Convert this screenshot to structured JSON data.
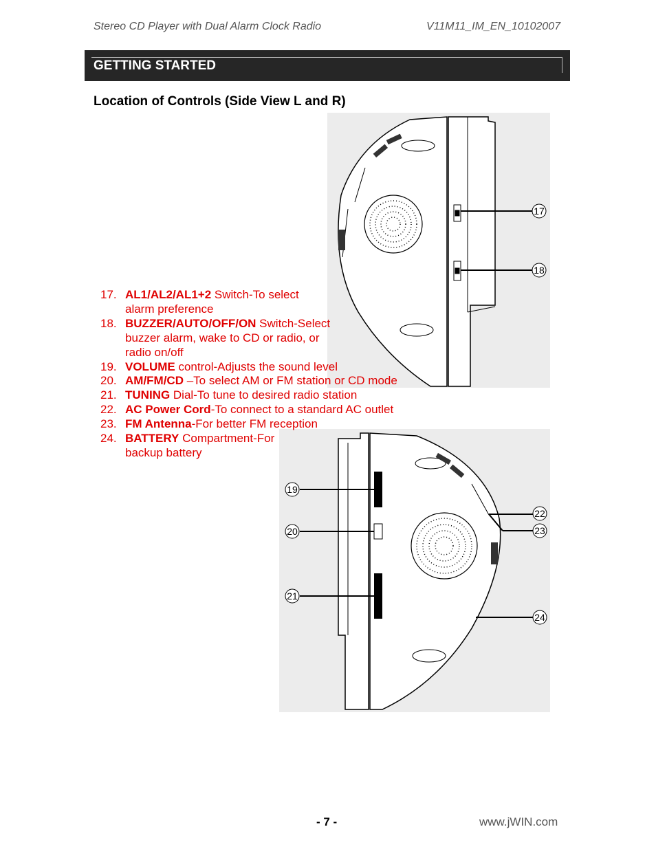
{
  "header": {
    "left": "Stereo CD Player with Dual Alarm Clock Radio",
    "right": "V11M11_IM_EN_10102007"
  },
  "section": {
    "title": "GETTING STARTED"
  },
  "subtitle": "Location of Controls (Side View L and R)",
  "controls": [
    {
      "num": "17.",
      "key": "AL1/AL2/AL1+2",
      "desc": " Switch-To select",
      "desc2": "alarm preference"
    },
    {
      "num": "18.",
      "key": "BUZZER/AUTO/OFF/ON",
      "desc": " Switch-Select",
      "desc2": "buzzer alarm, wake to CD or radio, or",
      "desc3": "radio on/off"
    },
    {
      "num": "19.",
      "key": "VOLUME",
      "desc": " control-Adjusts the sound level"
    },
    {
      "num": "20.",
      "key": "AM/FM/CD",
      "desc": " –To select AM or FM station or CD mode"
    },
    {
      "num": "21.",
      "key": "TUNING",
      "desc": " Dial-To tune to desired radio station"
    },
    {
      "num": "22.",
      "key": "AC Power Cord",
      "desc": "-To connect to a standard AC outlet"
    },
    {
      "num": "23.",
      "key": "FM Antenna",
      "desc": "-For better FM reception"
    },
    {
      "num": "24.",
      "key": "BATTERY",
      "desc": " Compartment-For",
      "desc2": "backup battery"
    }
  ],
  "callouts": {
    "c17": "17",
    "c18": "18",
    "c19": "19",
    "c20": "20",
    "c21": "21",
    "c22": "22",
    "c23": "23",
    "c24": "24"
  },
  "footer": {
    "page": "- 7 -",
    "url": "www.jWIN.com"
  }
}
